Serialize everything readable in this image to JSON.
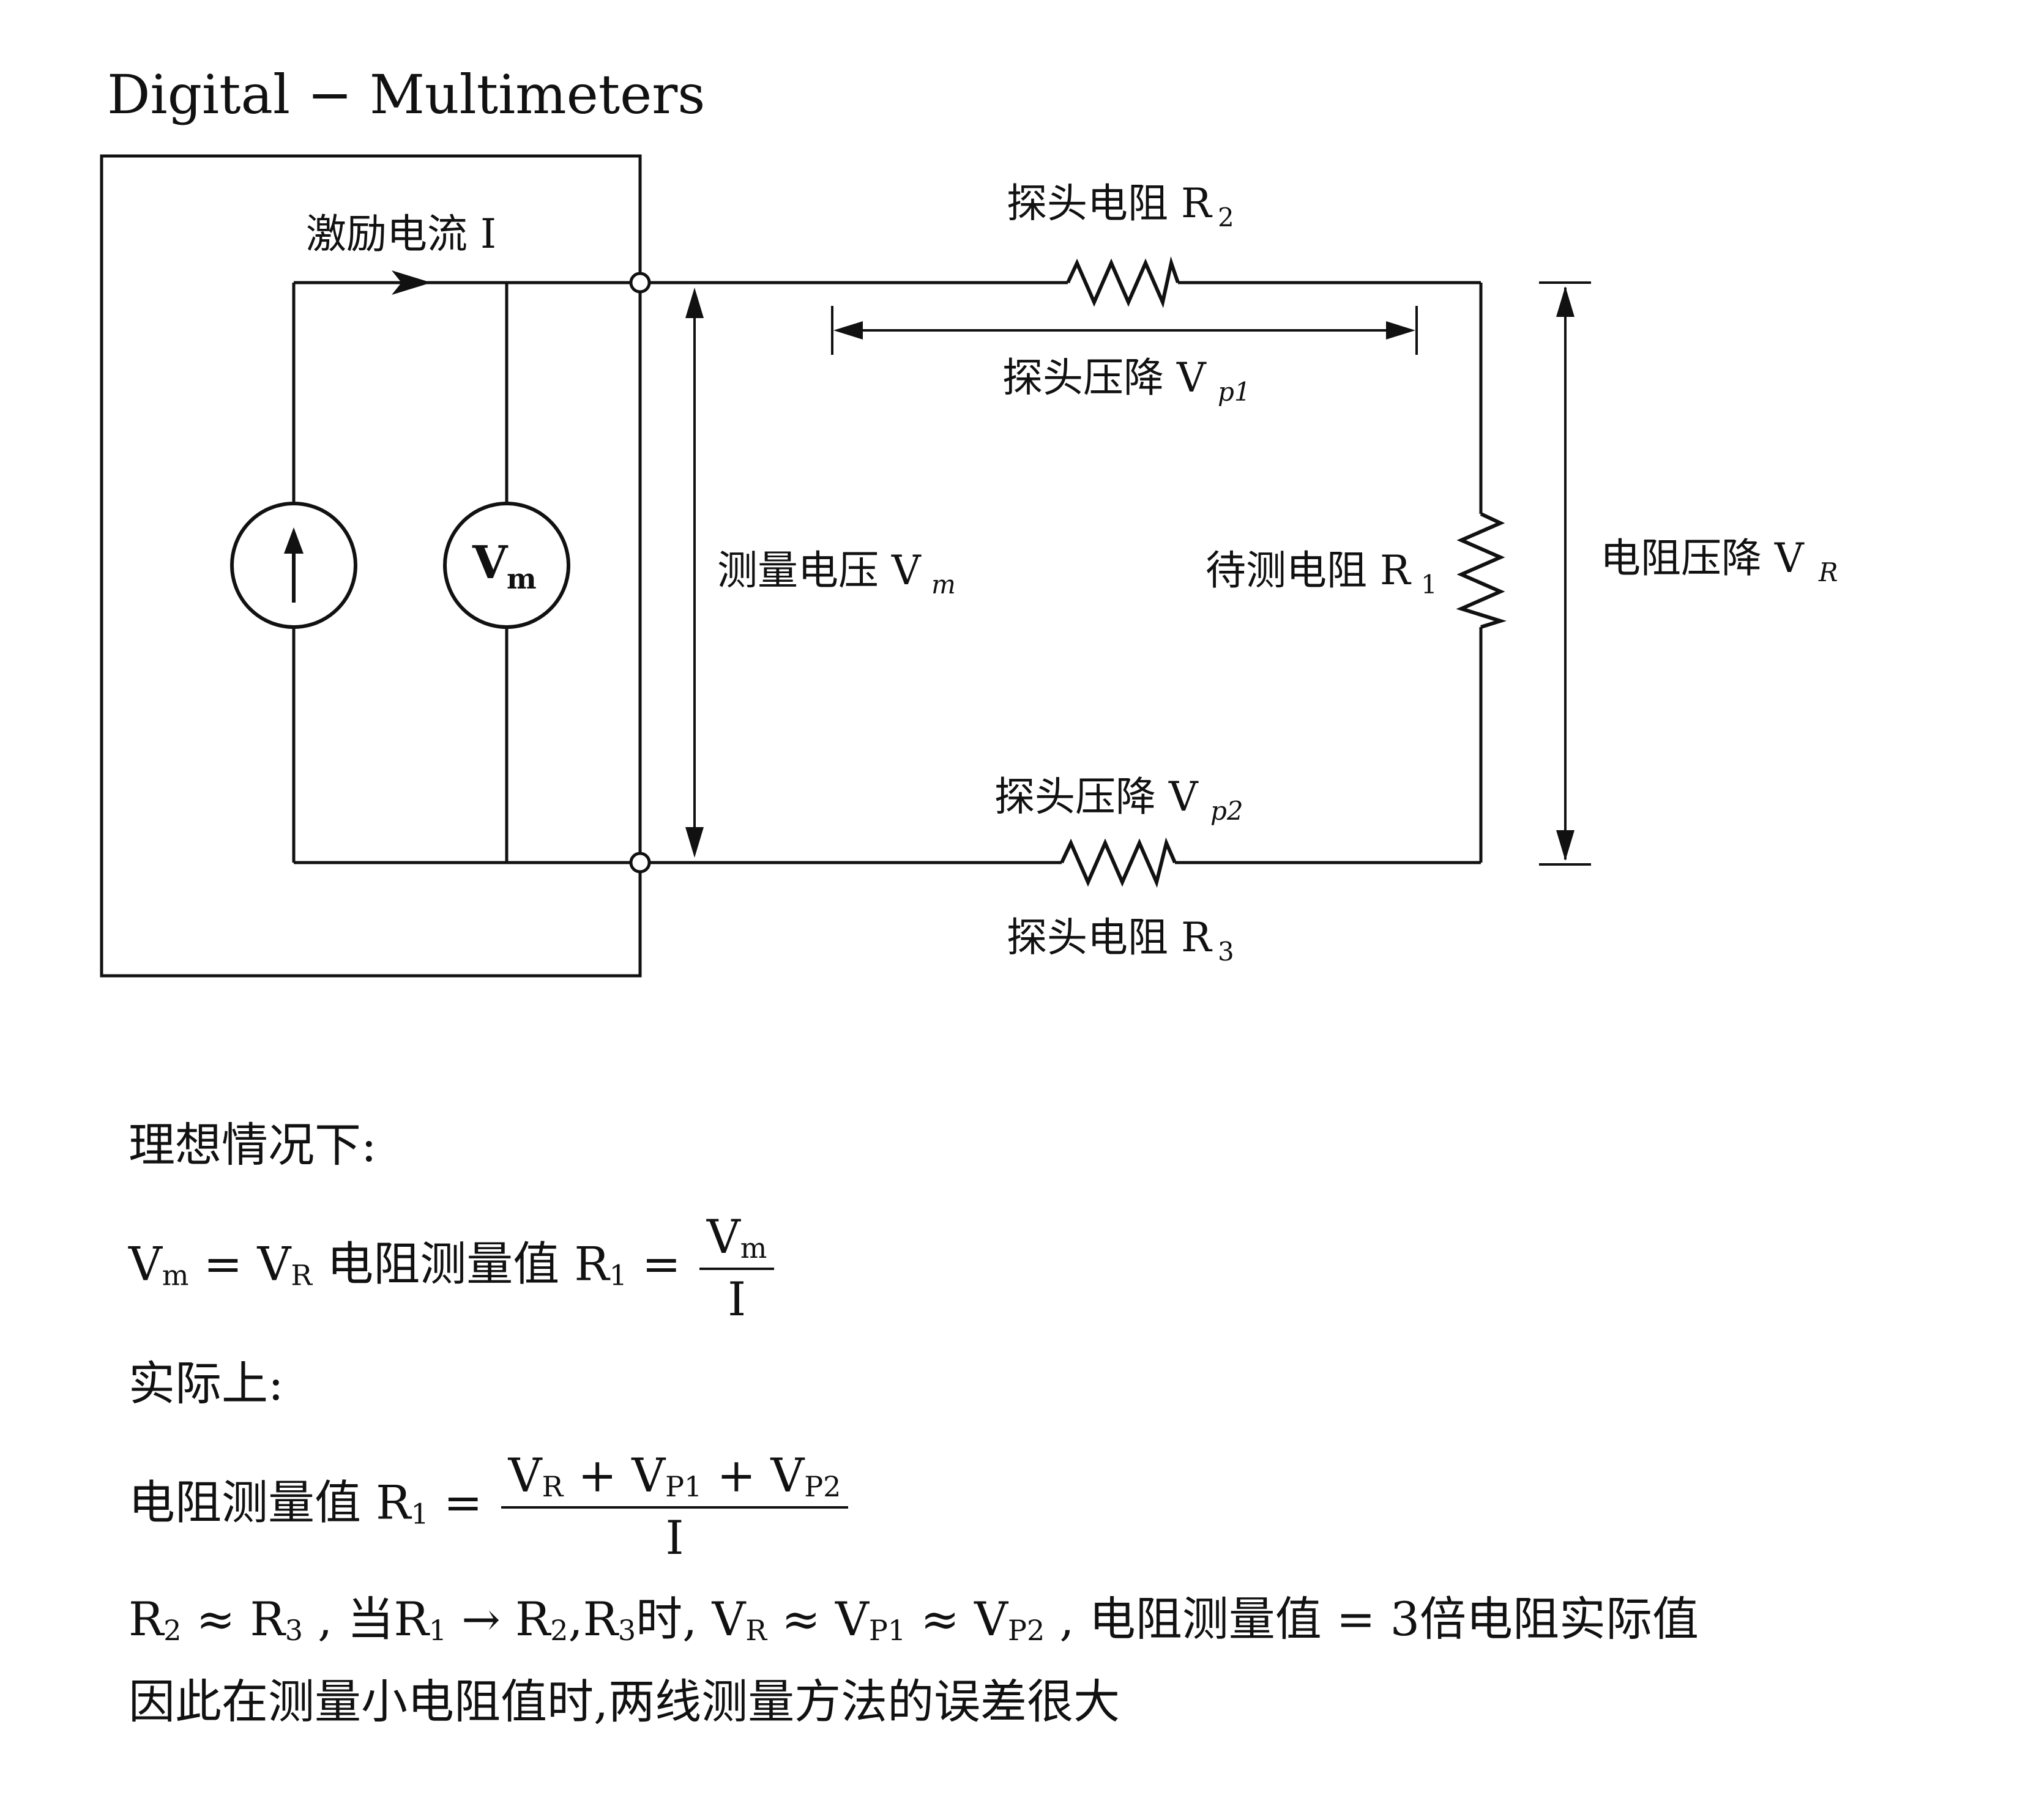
{
  "title": "Digital − Multimeters",
  "labels": {
    "excitation": "激励电流 I",
    "r2": {
      "text": "探头电阻 R",
      "sub": "2"
    },
    "vp1": {
      "text": "探头压降 V",
      "sub": "p1"
    },
    "vm_measured": {
      "text": "测量电压 V",
      "sub": "m"
    },
    "r1": {
      "text": "待测电阻 R",
      "sub": "1"
    },
    "vr": {
      "text": "电阻压降 V",
      "sub": "R"
    },
    "vp2": {
      "text": "探头压降 V",
      "sub": "p2"
    },
    "r3": {
      "text": "探头电阻 R",
      "sub": "3"
    },
    "voltmeter": {
      "text": "V",
      "sub": "m"
    }
  },
  "text": {
    "ideal": "理想情况下:",
    "eq1": {
      "vm": "V",
      "vm_sub": "m",
      "eq": " = ",
      "vr": "V",
      "vr_sub": "R",
      "mid": "  电阻测量值 R",
      "r1_sub": "1",
      "eq2": " = ",
      "num": "V",
      "num_sub": "m",
      "den": "I"
    },
    "actual": "实际上:",
    "eq2": {
      "pre": "电阻测量值 R",
      "pre_sub": "1",
      "eq": " = ",
      "n1": "V",
      "n1_sub": "R",
      "plus1": " + ",
      "n2": "V",
      "n2_sub": "P1",
      "plus2": " + ",
      "n3": "V",
      "n3_sub": "P2",
      "den": "I"
    },
    "line3": {
      "a": "R",
      "a_sub": "2",
      "b": " ≈ R",
      "b_sub": "3",
      "c": " ,  当R",
      "c_sub": "1",
      "d": " → R",
      "d_sub": "2",
      "e": ",R",
      "e_sub": "3",
      "f": "时,  V",
      "f_sub": "R",
      "g": " ≈ V",
      "g_sub": "P1",
      "h": " ≈ V",
      "h_sub": "P2",
      "i": " ,  电阻测量值 = 3倍电阻实际值"
    },
    "conclusion": "因此在测量小电阻值时,两线测量方法的误差很大"
  }
}
